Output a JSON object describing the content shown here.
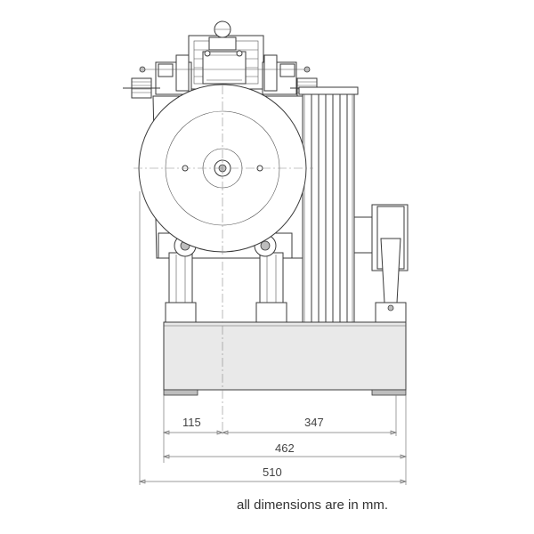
{
  "dimensions": {
    "d115": "115",
    "d347": "347",
    "d462": "462",
    "d510": "510"
  },
  "note": "all dimensions are in mm."
}
